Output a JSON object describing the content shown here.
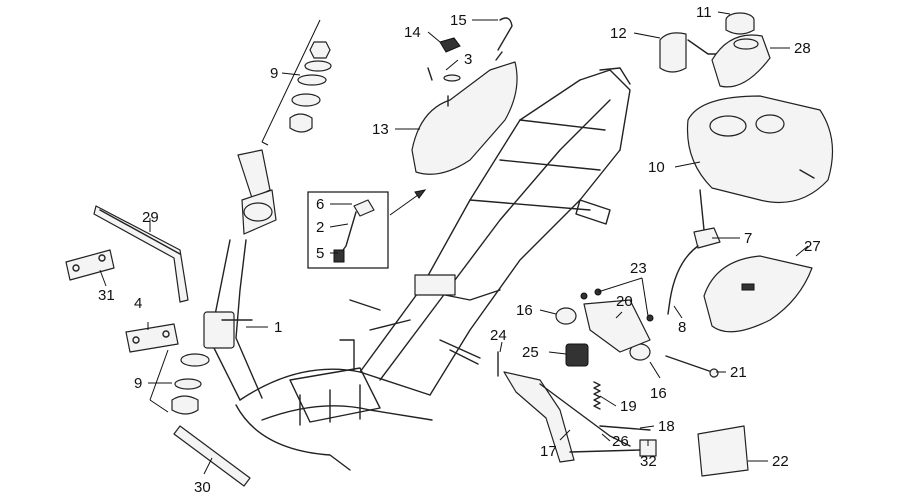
{
  "labels": {
    "p1": "1",
    "p2": "2",
    "p3": "3",
    "p4": "4",
    "p5": "5",
    "p6": "6",
    "p7": "7",
    "p8": "8",
    "p9a": "9",
    "p9b": "9",
    "p10": "10",
    "p11": "11",
    "p12": "12",
    "p13": "13",
    "p14": "14",
    "p15": "15",
    "p16a": "16",
    "p16b": "16",
    "p17": "17",
    "p18": "18",
    "p19": "19",
    "p20": "20",
    "p21": "21",
    "p22": "22",
    "p23": "23",
    "p24": "24",
    "p25": "25",
    "p26": "26",
    "p27": "27",
    "p28": "28",
    "p29": "29",
    "p30": "30",
    "p31": "31",
    "p32": "32"
  }
}
